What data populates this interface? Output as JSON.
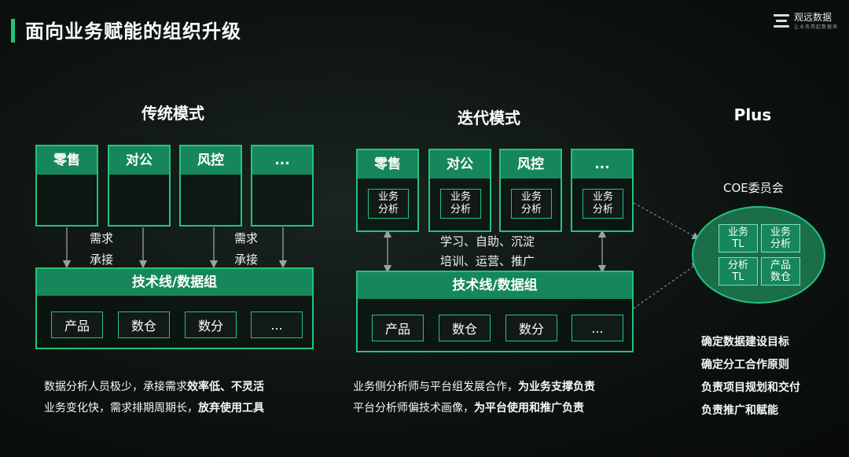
{
  "header": {
    "title": "面向业务赋能的组织升级",
    "logo_name": "观远数据",
    "logo_sub": "让业务用起数据来"
  },
  "traditional": {
    "title": "传统模式",
    "units": [
      "零售",
      "对公",
      "风控",
      "..."
    ],
    "demand_line1": "需求",
    "demand_line2": "承接",
    "tech_bar": "技术线/数据组",
    "chips": [
      "产品",
      "数仓",
      "数分",
      "..."
    ],
    "desc_line1_pre": "数据分析人员极少，承接需求",
    "desc_line1_bold": "效率低、不灵活",
    "desc_line2_pre": "业务变化快，需求排期周期长，",
    "desc_line2_bold": "放弃使用工具"
  },
  "iterative": {
    "title": "迭代模式",
    "units": [
      "零售",
      "对公",
      "风控",
      "..."
    ],
    "analyst_label": "业务\n分析",
    "mid_line1": "学习、自助、沉淀",
    "mid_line2": "培训、运营、推广",
    "tech_bar": "技术线/数据组",
    "chips": [
      "产品",
      "数仓",
      "数分",
      "..."
    ],
    "desc_line1_pre": "业务侧分析师与平台组发展合作，",
    "desc_line1_bold": "为业务支撑负责",
    "desc_line2_pre": "平台分析师偏技术画像，",
    "desc_line2_bold": "为平台使用和推广负责"
  },
  "plus": {
    "title": "Plus",
    "coe_label": "COE委员会",
    "tiles": [
      "业务\nTL",
      "业务\n分析",
      "分析\nTL",
      "产品\n数仓"
    ],
    "responsibilities": [
      "确定数据建设目标",
      "确定分工合作原则",
      "负责项目规划和交付",
      "负责推广和赋能"
    ]
  },
  "colors": {
    "accent": "#22c47a",
    "header_fill": "#15875b",
    "background": "#0a0f0d"
  }
}
